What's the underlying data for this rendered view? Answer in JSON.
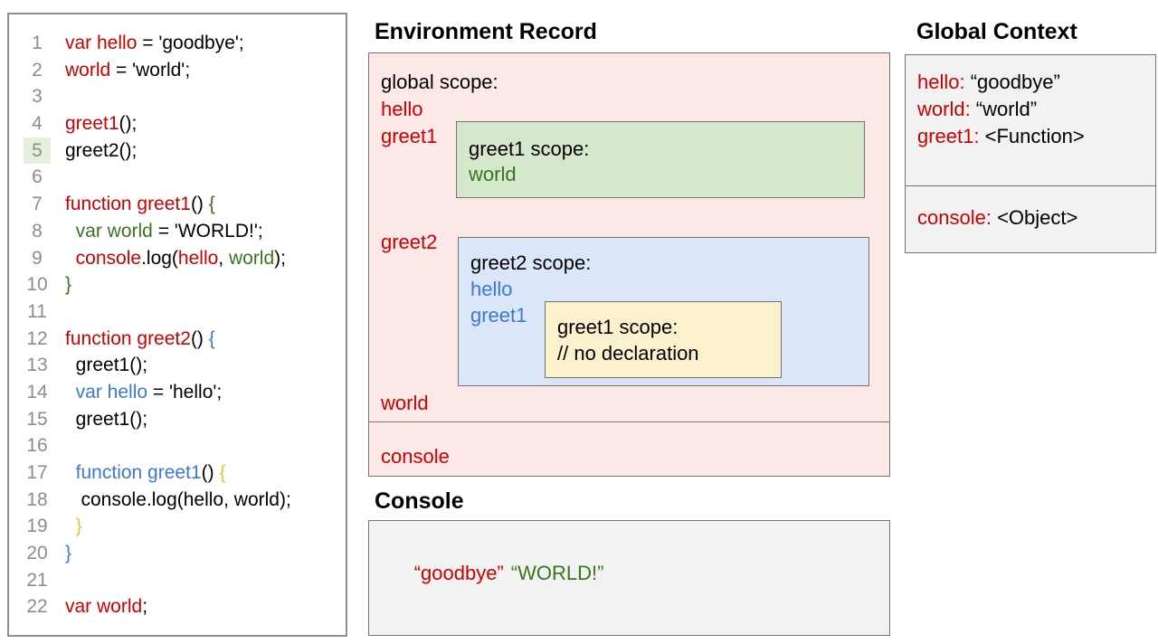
{
  "code_panel": {
    "highlighted_line": "5",
    "lines": [
      {
        "n": "1",
        "segs": [
          [
            "var hello",
            "r"
          ],
          [
            " = 'goodbye';",
            "k"
          ]
        ]
      },
      {
        "n": "2",
        "segs": [
          [
            "world",
            "r"
          ],
          [
            " = 'world';",
            "k"
          ]
        ]
      },
      {
        "n": "3",
        "segs": []
      },
      {
        "n": "4",
        "segs": [
          [
            "greet1",
            "r"
          ],
          [
            "();",
            "k"
          ]
        ]
      },
      {
        "n": "5",
        "hl": true,
        "segs": [
          [
            "greet2();",
            "k"
          ]
        ]
      },
      {
        "n": "6",
        "segs": []
      },
      {
        "n": "7",
        "segs": [
          [
            "function greet1",
            "r"
          ],
          [
            "() ",
            "k"
          ],
          [
            "{",
            "g"
          ]
        ]
      },
      {
        "n": "8",
        "segs": [
          [
            "  ",
            "k"
          ],
          [
            "var world",
            "g"
          ],
          [
            " = 'WORLD!';",
            "k"
          ]
        ]
      },
      {
        "n": "9",
        "segs": [
          [
            "  ",
            "k"
          ],
          [
            "console",
            "r"
          ],
          [
            ".log(",
            "k"
          ],
          [
            "hello",
            "r"
          ],
          [
            ", ",
            "k"
          ],
          [
            "world",
            "g"
          ],
          [
            ");",
            "k"
          ]
        ]
      },
      {
        "n": "10",
        "segs": [
          [
            "}",
            "g"
          ]
        ]
      },
      {
        "n": "11",
        "segs": []
      },
      {
        "n": "12",
        "segs": [
          [
            "function greet2",
            "r"
          ],
          [
            "() ",
            "k"
          ],
          [
            "{",
            "b"
          ]
        ]
      },
      {
        "n": "13",
        "segs": [
          [
            "  greet1();",
            "k"
          ]
        ]
      },
      {
        "n": "14",
        "segs": [
          [
            "  ",
            "k"
          ],
          [
            "var hello",
            "b"
          ],
          [
            " = 'hello';",
            "k"
          ]
        ]
      },
      {
        "n": "15",
        "segs": [
          [
            "  greet1();",
            "k"
          ]
        ]
      },
      {
        "n": "16",
        "segs": []
      },
      {
        "n": "17",
        "segs": [
          [
            "  ",
            "k"
          ],
          [
            "function greet1",
            "b"
          ],
          [
            "() ",
            "k"
          ],
          [
            "{",
            "y"
          ]
        ]
      },
      {
        "n": "18",
        "segs": [
          [
            "   console.log(hello, world);",
            "k"
          ]
        ]
      },
      {
        "n": "19",
        "segs": [
          [
            "  ",
            "k"
          ],
          [
            "}",
            "y"
          ]
        ]
      },
      {
        "n": "20",
        "segs": [
          [
            "}",
            "b"
          ]
        ]
      },
      {
        "n": "21",
        "segs": []
      },
      {
        "n": "22",
        "segs": [
          [
            "var world",
            "r"
          ],
          [
            ";",
            "k"
          ]
        ]
      }
    ]
  },
  "env_record": {
    "title": "Environment Record",
    "global_box": {
      "label": "global scope:",
      "var_hello": "hello",
      "var_greet1": "greet1",
      "var_greet2": "greet2",
      "var_world": "world"
    },
    "greet1_box": {
      "label": "greet1 scope:",
      "var_world": "world"
    },
    "greet2_box": {
      "label": "greet2 scope:",
      "var_hello": "hello",
      "var_greet1": "greet1"
    },
    "nested_greet1_box": {
      "label": "greet1 scope:",
      "comment": "// no declaration"
    },
    "console_box": {
      "var_console": "console"
    }
  },
  "console_panel": {
    "title": "Console",
    "entries": [
      {
        "text": "“goodbye”",
        "color": "#cc0000"
      },
      {
        "text": "“WORLD!”",
        "color": "#38761d"
      }
    ]
  },
  "global_context": {
    "title": "Global Context",
    "box1": [
      {
        "name": "hello:",
        "value": " “goodbye”"
      },
      {
        "name": "world:",
        "value": " “world”"
      },
      {
        "name": "greet1:",
        "value": " <Function>"
      }
    ],
    "box2": [
      {
        "name": "console:",
        "value": " <Object>"
      }
    ]
  },
  "colors": {
    "syntax_red": "#cc0000",
    "syntax_green": "#38761d",
    "syntax_blue": "#3c78d8",
    "syntax_yellow": "#f1c232",
    "global_scope_fill": "#fce9e7",
    "greet1_scope_fill": "#d5e8cc",
    "greet2_scope_fill": "#dbe7f8",
    "nested_scope_fill": "#fcf1cd",
    "panel_fill": "#f2f2f2",
    "line_highlight": "#e4efdc"
  }
}
